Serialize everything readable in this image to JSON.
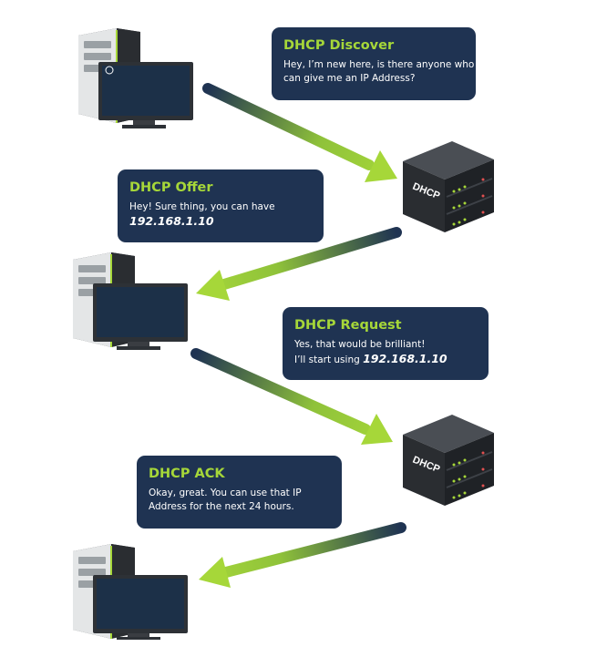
{
  "diagram": {
    "colors": {
      "bubble_bg": "#1f3352",
      "bubble_title": "#a6d739",
      "bubble_text": "#ffffff",
      "arrow_start": "#1f3352",
      "arrow_end": "#a6d739"
    },
    "steps": [
      {
        "title": "DHCP Discover",
        "line1": "Hey, I’m new here, is there anyone who",
        "line2": "can give me an IP Address?"
      },
      {
        "title": "DHCP Offer",
        "line1": "Hey! Sure thing, you can have",
        "ip": "192.168.1.10"
      },
      {
        "title": "DHCP Request",
        "line1": "Yes, that would be brilliant!",
        "line2_prefix": "I’ll start using",
        "ip": "192.168.1.10"
      },
      {
        "title": "DHCP ACK",
        "line1": "Okay, great. You can use that IP",
        "line2": "Address for the next 24 hours."
      }
    ],
    "server_label": "DHCP"
  }
}
